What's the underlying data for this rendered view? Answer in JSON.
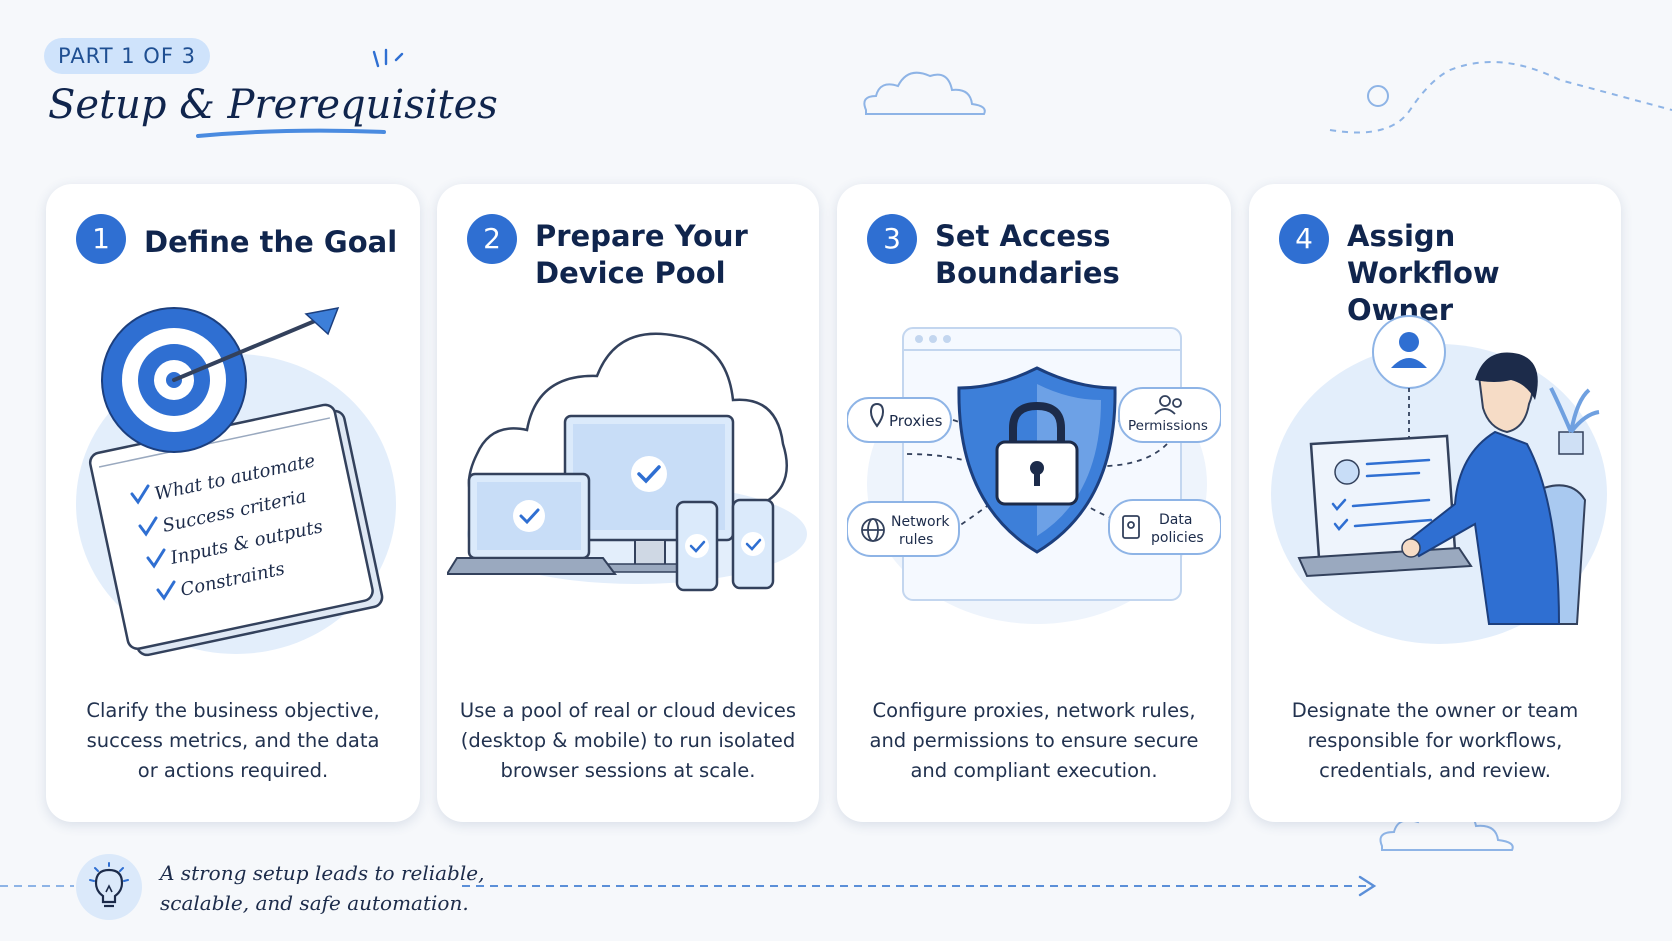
{
  "header": {
    "part_label": "PART 1 OF 3",
    "title": "Setup & Prerequisites"
  },
  "cards": [
    {
      "number": "1",
      "title": "Define the Goal",
      "checklist": [
        "What to automate",
        "Success criteria",
        "Inputs & outputs",
        "Constraints"
      ],
      "description": "Clarify the business objective,\nsuccess metrics, and the data\nor actions required."
    },
    {
      "number": "2",
      "title": "Prepare Your\nDevice Pool",
      "description": "Use a pool of real or cloud devices\n(desktop & mobile) to run isolated\nbrowser sessions at scale."
    },
    {
      "number": "3",
      "title": "Set Access\nBoundaries",
      "chips": {
        "proxies": "Proxies",
        "permissions": "Permissions",
        "network_line1": "Network",
        "network_line2": "rules",
        "data_line1": "Data",
        "data_line2": "policies"
      },
      "description": "Configure proxies, network rules,\nand permissions to ensure secure\nand compliant execution."
    },
    {
      "number": "4",
      "title": "Assign Workflow\nOwner",
      "description": "Designate the owner or team\nresponsible for workflows,\ncredentials, and review."
    }
  ],
  "footer": {
    "tip": "A strong setup leads to reliable,\nscalable, and safe automation."
  },
  "colors": {
    "accent": "#2f6fd2",
    "light_blue": "#cfe3fb",
    "dark_text": "#10254d"
  }
}
